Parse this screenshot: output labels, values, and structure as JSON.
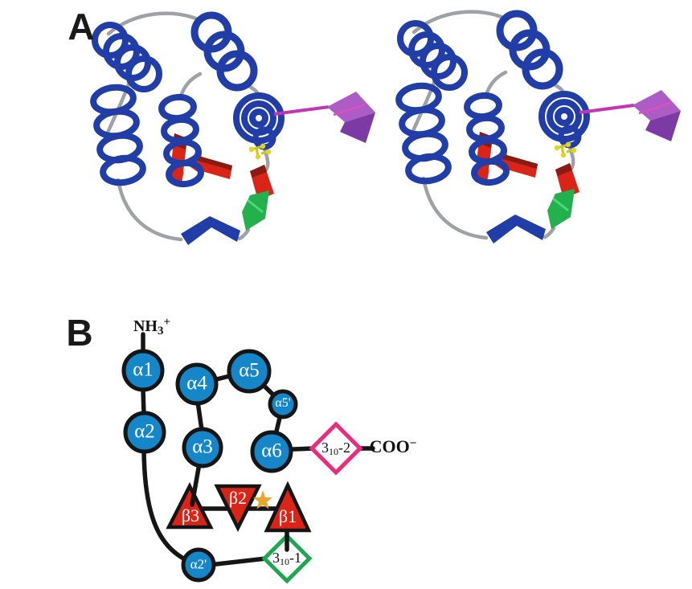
{
  "panel_a": {
    "label": "A",
    "colors": {
      "helix_blue": "#203DA8",
      "loop_gray": "#9EA2A6",
      "strand_red": "#DB2418",
      "helix310_green": "#22B14C",
      "c_tail_magenta": "#C435B2",
      "ribbon_end_purple": "#7C3AA4",
      "ligand_yellow": "#D9CE1F"
    }
  },
  "panel_b": {
    "label": "B",
    "n_terminus": {
      "main": "NH",
      "sub": "3",
      "sup": "+"
    },
    "c_terminus": {
      "main": "COO",
      "sup": "−"
    },
    "helices": {
      "a1": "α1",
      "a2": "α2",
      "a2p": "α2'",
      "a3": "α3",
      "a4": "α4",
      "a5": "α5",
      "a5p": "α5'",
      "a6": "α6"
    },
    "strands": {
      "b1": "β1",
      "b2": "β2",
      "b3": "β3"
    },
    "three_ten_1": {
      "main": "3",
      "sub": "10",
      "tail": "-1"
    },
    "three_ten_2": {
      "main": "3",
      "sub": "10",
      "tail": "-2"
    },
    "colors": {
      "helix_node_fill": "#1586C8",
      "strand_node_fill": "#DB2418",
      "three_ten_1_stroke": "#1DA750",
      "three_ten_2_stroke": "#EE2A7B",
      "star_gold": "#E9A62B",
      "connector_black": "#151515"
    }
  }
}
